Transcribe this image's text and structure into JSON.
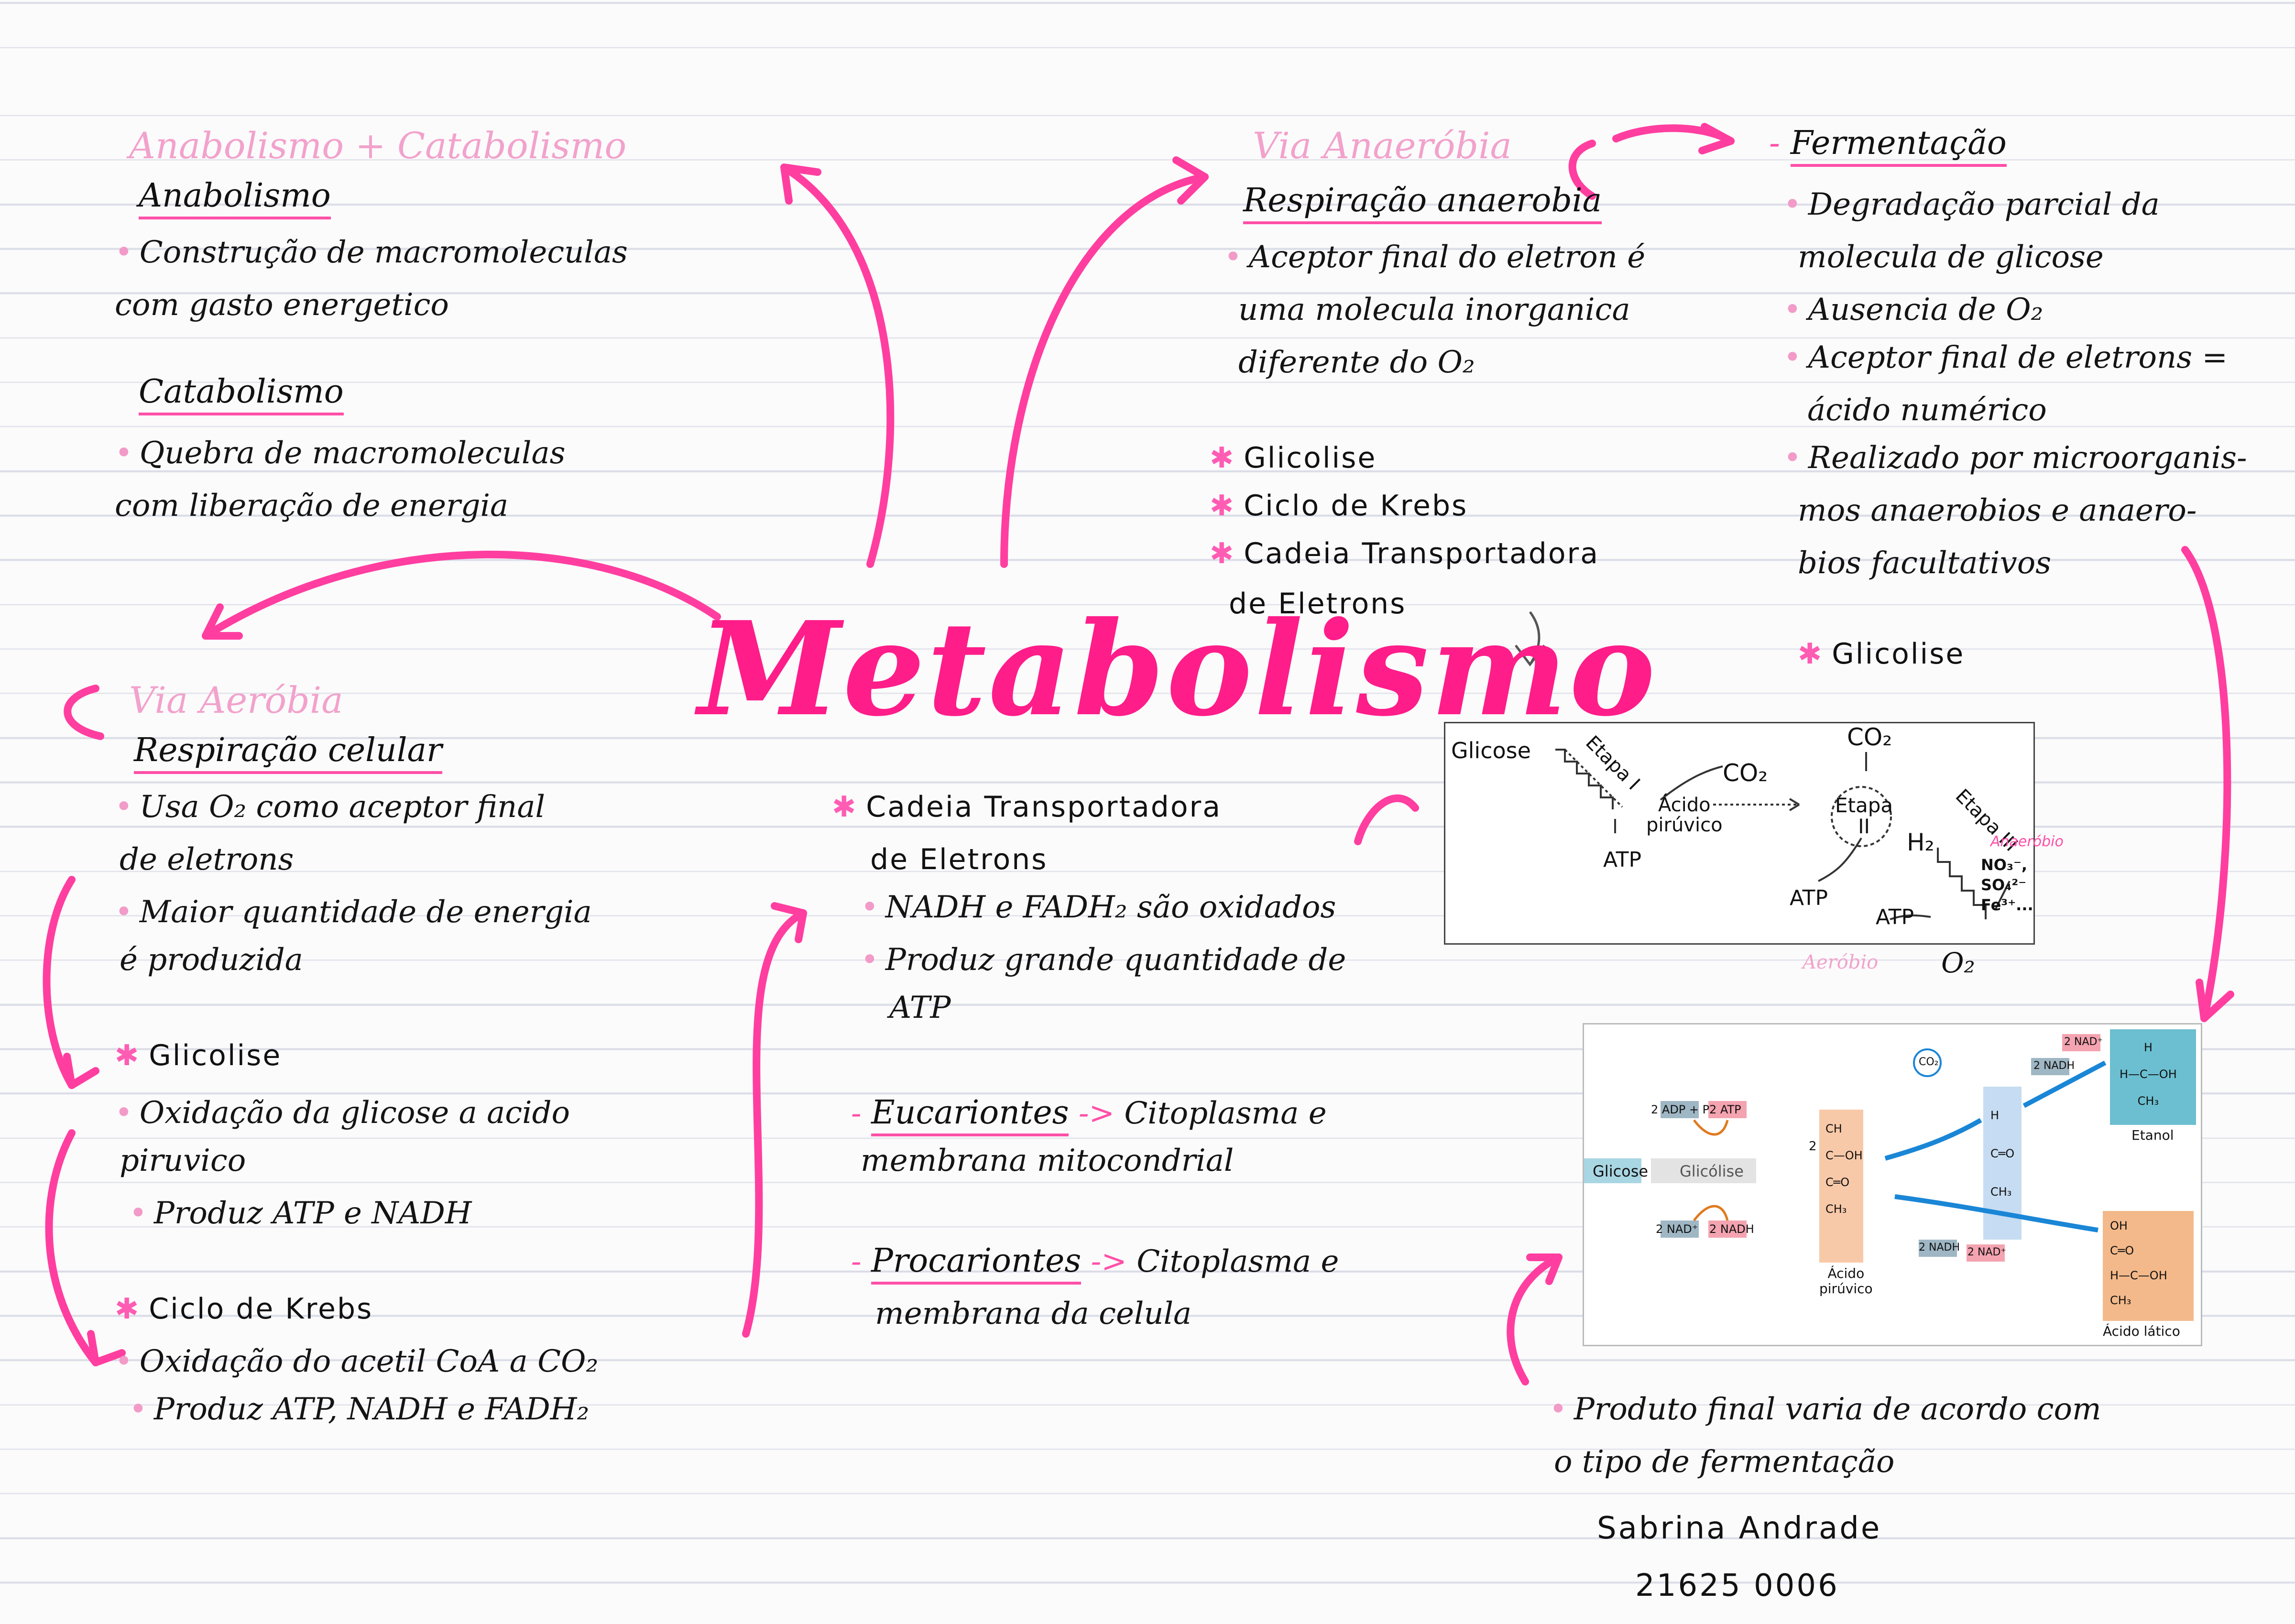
{
  "title": "Metabolismo",
  "anabolismo_catabolismo": {
    "title": "Anabolismo + Catabolismo",
    "anabolismo_heading": "Anabolismo",
    "anabolismo_text": [
      "Construção de macromoleculas",
      "com gasto energetico"
    ],
    "catabolismo_heading": "Catabolismo",
    "catabolismo_text": [
      "Quebra de macromoleculas",
      "com liberação de energia"
    ]
  },
  "via_anaerobia": {
    "title": "Via Anaeróbia",
    "heading": "Respiração anaerobia",
    "text": [
      "Aceptor final do eletron é",
      "uma molecula inorganica",
      "diferente do O₂"
    ],
    "steps": [
      "Glicolise",
      "Ciclo de Krebs",
      "Cadeia Transportadora",
      "de Eletrons"
    ]
  },
  "fermentacao": {
    "heading": "Fermentação",
    "items": [
      [
        "Degradação parcial da",
        "molecula de glicose"
      ],
      [
        "Ausencia de O₂"
      ],
      [
        "Aceptor final de eletrons =",
        "ácido numérico"
      ],
      [
        "Realizado por microorganis-",
        "mos anaerobios e anaero-",
        "bios facultativos"
      ]
    ],
    "step": "Glicolise",
    "final_note": [
      "Produto final varia de acordo com",
      "o tipo de fermentação"
    ]
  },
  "via_aerobia": {
    "title": "Via Aeróbia",
    "heading": "Respiração celular",
    "items": [
      [
        "Usa O₂ como aceptor final",
        "de eletrons"
      ],
      [
        "Maior quantidade de energia",
        "é produzida"
      ]
    ],
    "glicolise_heading": "Glicolise",
    "glicolise_items": [
      [
        "Oxidação da glicose a acido",
        "piruvico"
      ],
      [
        "Produz ATP e NADH"
      ]
    ],
    "krebs_heading": "Ciclo de Krebs",
    "krebs_items": [
      [
        "Oxidação do acetil CoA a CO₂"
      ],
      [
        "Produz ATP, NADH e FADH₂"
      ]
    ]
  },
  "cadeia": {
    "heading": [
      "Cadeia Transportadora",
      "de Eletrons"
    ],
    "items": [
      [
        "NADH e FADH₂ são oxidados"
      ],
      [
        "Produz grande quantidade de",
        "ATP"
      ]
    ]
  },
  "eucariontes": {
    "label": "Eucariontes",
    "arrow": "->",
    "text": [
      "Citoplasma e",
      "membrana mitocondrial"
    ]
  },
  "procariontes": {
    "label": "Procariontes",
    "arrow": "->",
    "text": [
      "Citoplasma e",
      "membrana da celula"
    ]
  },
  "diagram_resp": {
    "glicose": "Glicose",
    "etapa1": "Etapa I",
    "acido": [
      "Ácido",
      "pirúvico"
    ],
    "co2_a": "CO₂",
    "co2_b": "CO₂",
    "etapa2": [
      "Etapa",
      "II"
    ],
    "h2": "H₂",
    "etapa3": "Etapa III",
    "atp": "ATP",
    "o2": "O₂",
    "anaerobio": "Anaeróbio",
    "aerobio": "Aeróbio",
    "ions": [
      "NO₃⁻, SO₄²⁻",
      "Fe³⁺..."
    ]
  },
  "diagram_ferm": {
    "glicose": "Glicose",
    "glicolise": "Glicólise",
    "adp": "2 ADP + P",
    "atp": "2 ATP",
    "nad": "2 NAD⁺",
    "nadh": "2 NADH",
    "acido": [
      "Ácido",
      "pirúvico"
    ],
    "co2": "CO₂",
    "nadh2": "2 NADH",
    "nad2": "2 NAD⁺",
    "etanol": "Etanol",
    "lactico": "Ácido lático",
    "num2": "2",
    "piruvico_formula": [
      "CH",
      "C—OH",
      "C═O",
      "CH₃"
    ],
    "acetald_formula": [
      "H",
      "C═O",
      "CH₃"
    ],
    "etanol_formula": [
      "H",
      "H—C—OH",
      "CH₃"
    ],
    "lactico_formula": [
      "OH",
      "C═O",
      "H—C—OH",
      "CH₃"
    ]
  },
  "signature": {
    "name": "Sabrina Andrade",
    "id": "21625 0006"
  },
  "colors": {
    "accent": "#ff1d8a",
    "light_pink": "#f2a2cc",
    "bullet_pink": "#f29ac8",
    "line": "#d9dbe6"
  }
}
